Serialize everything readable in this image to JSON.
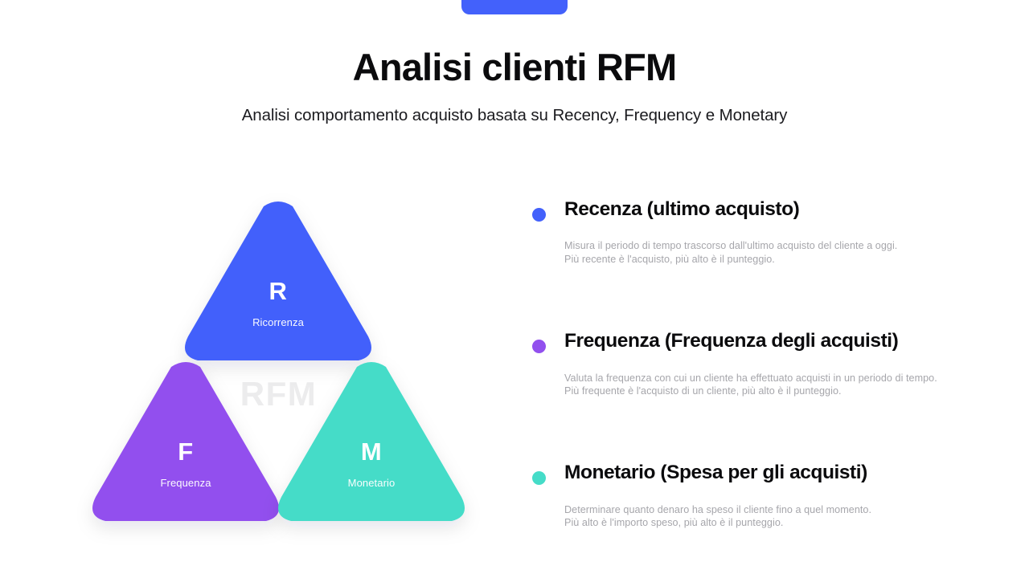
{
  "header": {
    "title": "Analisi clienti RFM",
    "subtitle": "Analisi comportamento acquisto basata su Recency, Frequency e Monetary"
  },
  "diagram": {
    "watermark": "RFM",
    "nodes": [
      {
        "id": "recency",
        "letter": "R",
        "label": "Ricorrenza",
        "color": "#4361fb",
        "position": "top"
      },
      {
        "id": "frequency",
        "letter": "F",
        "label": "Frequenza",
        "color": "#9250ee",
        "position": "bottom-left"
      },
      {
        "id": "monetary",
        "letter": "M",
        "label": "Monetario",
        "color": "#45dcc8",
        "position": "bottom-right"
      }
    ]
  },
  "legend": {
    "items": [
      {
        "id": "recency",
        "dot_color": "#4361fb",
        "heading": "Recenza (ultimo acquisto)",
        "description": "Misura il periodo di tempo trascorso dall'ultimo acquisto del cliente a oggi.\nPiù recente è l'acquisto, più alto è il punteggio."
      },
      {
        "id": "frequency",
        "dot_color": "#9250ee",
        "heading": "Frequenza (Frequenza degli acquisti)",
        "description": "Valuta la frequenza con cui un cliente ha effettuato acquisti in un periodo di tempo.\nPiù frequente è l'acquisto di un cliente, più alto è il punteggio."
      },
      {
        "id": "monetary",
        "dot_color": "#45dcc8",
        "heading": "Monetario (Spesa per gli acquisti)",
        "description": "Determinare quanto denaro ha speso il cliente fino a quel momento.\nPiù alto è l'importo speso, più alto è il punteggio."
      }
    ]
  },
  "decor": {
    "top_pill_color": "#4361fb"
  }
}
